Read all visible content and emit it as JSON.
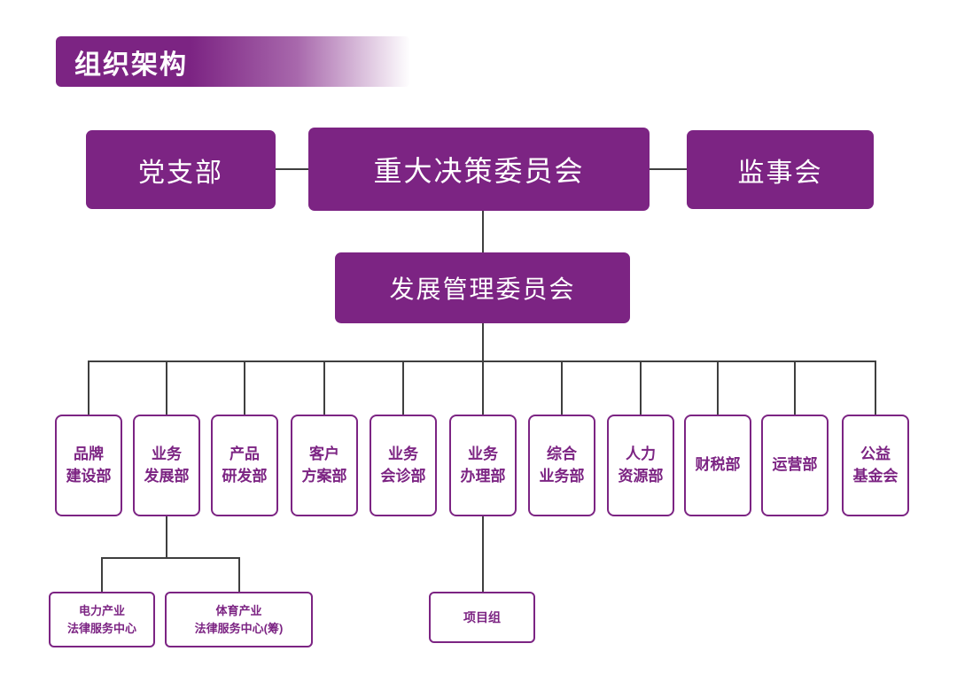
{
  "title": "组织架构",
  "colors": {
    "purple": "#7C2483",
    "line": "#3F3F3F",
    "background": "#FFFFFF",
    "box_text_on_purple": "#FFFFFF"
  },
  "board": {
    "party_branch": "党支部",
    "major_decision_committee": "重大决策委员会",
    "supervisory_board": "监事会",
    "development_committee": "发展管理委员会"
  },
  "departments": [
    {
      "label": "品牌\n建设部"
    },
    {
      "label": "业务\n发展部"
    },
    {
      "label": "产品\n研发部"
    },
    {
      "label": "客户\n方案部"
    },
    {
      "label": "业务\n会诊部"
    },
    {
      "label": "业务\n办理部"
    },
    {
      "label": "综合\n业务部"
    },
    {
      "label": "人力\n资源部"
    },
    {
      "label": "财税部"
    },
    {
      "label": "运营部"
    },
    {
      "label": "公益\n基金会"
    }
  ],
  "sub_centers": [
    {
      "label": "电力产业\n法律服务中心"
    },
    {
      "label": "体育产业\n法律服务中心(筹)"
    }
  ],
  "project_group": {
    "label": "项目组"
  }
}
